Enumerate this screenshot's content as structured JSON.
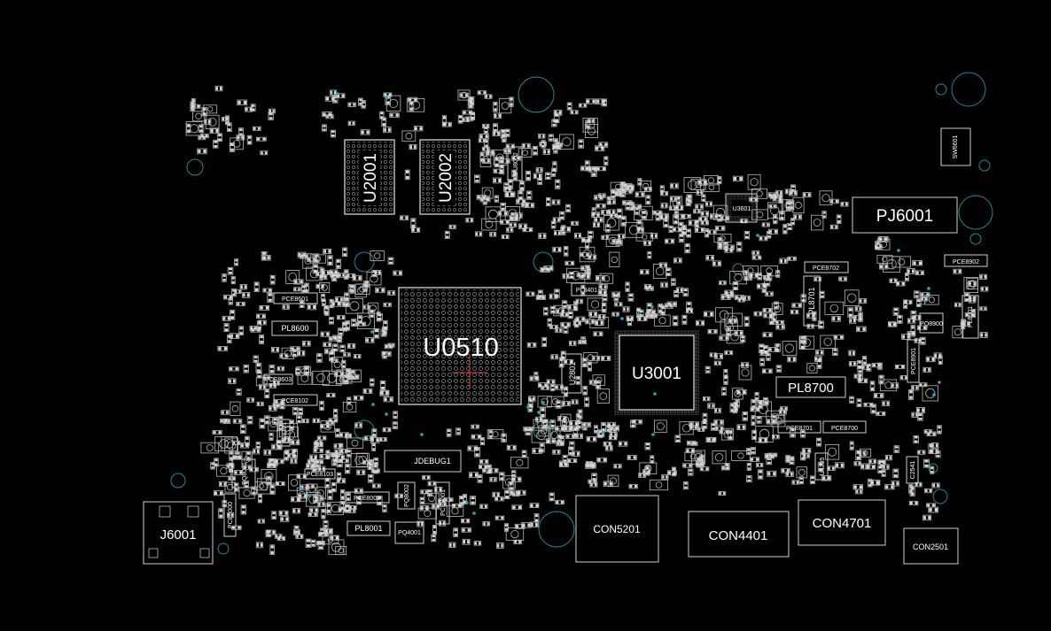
{
  "board": {
    "background": "#000000",
    "outline_color": "#e6e6e6",
    "hole_color": "#1c8c95",
    "via_color": "#26a7c0"
  },
  "components": {
    "u0510": "U0510",
    "u3001": "U3001",
    "u2001": "U2001",
    "u2002": "U2002",
    "u2801": "U2801",
    "u3601": "U3601",
    "u4705": "U4705",
    "pj6001": "PJ6001",
    "j6001": "J6001",
    "con5201": "CON5201",
    "con4401": "CON4401",
    "con4701": "CON4701",
    "con2501": "CON2501",
    "jdebug1": "JDEBUG1",
    "pl8700": "PL8700",
    "pl8600": "PL8600",
    "pl8001": "PL8001",
    "pl8401": "PL8401",
    "pl8701": "PL8701",
    "pl8901": "PL8901",
    "pce8601": "PCE8601",
    "pce8102": "PCE8102",
    "pce8002": "PCE8002",
    "pce8001": "PCE8001",
    "pce8702": "PCE8702",
    "pce8701": "PCE8701",
    "pce8700": "PCE8700",
    "pce8902": "PCE8902",
    "pce8901": "PCE8901",
    "pce6000": "PCE6000",
    "pce8103": "PCE8103",
    "pce8603": "PCE8603",
    "sw6601": "SW6601",
    "pq8900": "PQ8900",
    "pq4001": "PQ4001",
    "pq8002": "PQ8002",
    "pq8001": "PQ8001",
    "pl8101": "PL8101",
    "pu8002": "PU8002",
    "c2541": "C2541"
  }
}
